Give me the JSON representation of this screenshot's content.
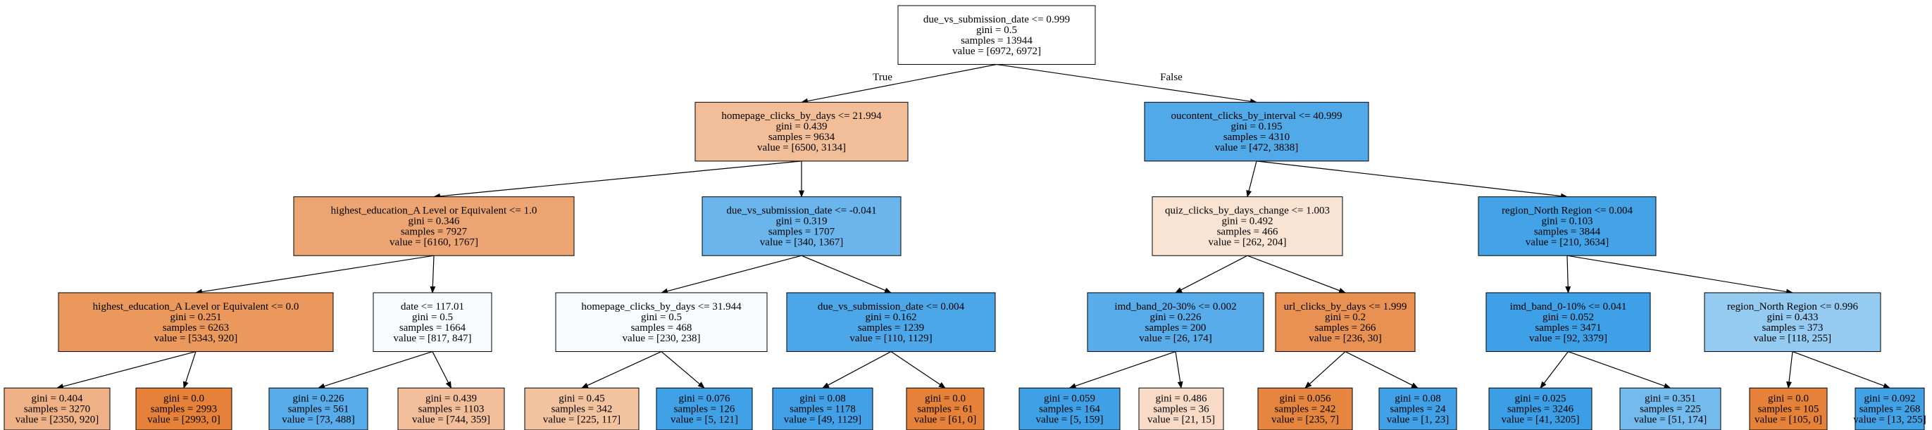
{
  "edge_labels": {
    "true": "True",
    "false": "False"
  },
  "colors": {
    "orange": "#e58139",
    "blue": "#399de5",
    "white": "#ffffff",
    "stroke": "#000000"
  },
  "nodes": [
    {
      "id": 0,
      "lines": [
        "due_vs_submission_date <= 0.999",
        "gini = 0.5",
        "samples = 13944",
        "value = [6972, 6972]"
      ],
      "fill": "#ffffff"
    },
    {
      "id": 1,
      "lines": [
        "homepage_clicks_by_days <= 21.994",
        "gini = 0.439",
        "samples = 9634",
        "value = [6500, 3134]"
      ],
      "fill": "#f2be99"
    },
    {
      "id": 2,
      "lines": [
        "oucontent_clicks_by_interval <= 40.999",
        "gini = 0.195",
        "samples = 4310",
        "value = [472, 3838]"
      ],
      "fill": "#51a9e8"
    },
    {
      "id": 3,
      "lines": [
        "highest_education_A Level or Equivalent <= 1.0",
        "gini = 0.346",
        "samples = 7927",
        "value = [6160, 1767]"
      ],
      "fill": "#eca572"
    },
    {
      "id": 4,
      "lines": [
        "due_vs_submission_date <= -0.041",
        "gini = 0.319",
        "samples = 1707",
        "value = [340, 1367]"
      ],
      "fill": "#6ab5eb"
    },
    {
      "id": 5,
      "lines": [
        "quiz_clicks_by_days_change <= 1.003",
        "gini = 0.492",
        "samples = 466",
        "value = [262, 204]"
      ],
      "fill": "#f9e3d3"
    },
    {
      "id": 6,
      "lines": [
        "region_North Region <= 0.004",
        "gini = 0.103",
        "samples = 3844",
        "value = [210, 3634]"
      ],
      "fill": "#44a3e6"
    },
    {
      "id": 7,
      "lines": [
        "highest_education_A Level or Equivalent <= 0.0",
        "gini = 0.251",
        "samples = 6263",
        "value = [5343, 920]"
      ],
      "fill": "#ea985b"
    },
    {
      "id": 8,
      "lines": [
        "date <= 117.01",
        "gini = 0.5",
        "samples = 1664",
        "value = [817, 847]"
      ],
      "fill": "#f8fbfe"
    },
    {
      "id": 9,
      "lines": [
        "homepage_clicks_by_days <= 31.944",
        "gini = 0.5",
        "samples = 468",
        "value = [230, 238]"
      ],
      "fill": "#f8fbfe"
    },
    {
      "id": 10,
      "lines": [
        "due_vs_submission_date <= 0.004",
        "gini = 0.162",
        "samples = 1239",
        "value = [110, 1129]"
      ],
      "fill": "#4ca7e8"
    },
    {
      "id": 11,
      "lines": [
        "imd_band_20-30% <= 0.002",
        "gini = 0.226",
        "samples = 200",
        "value = [26, 174]"
      ],
      "fill": "#57ace9"
    },
    {
      "id": 12,
      "lines": [
        "url_clicks_by_days <= 1.999",
        "gini = 0.2",
        "samples = 266",
        "value = [236, 30]"
      ],
      "fill": "#e89152"
    },
    {
      "id": 13,
      "lines": [
        "imd_band_0-10% <= 0.041",
        "gini = 0.052",
        "samples = 3471",
        "value = [92, 3379]"
      ],
      "fill": "#3ea0e6"
    },
    {
      "id": 14,
      "lines": [
        "region_North Region <= 0.996",
        "gini = 0.433",
        "samples = 373",
        "value = [118, 255]"
      ],
      "fill": "#95caf1"
    },
    {
      "id": 15,
      "lines": [
        "gini = 0.404",
        "samples = 3270",
        "value = [2350, 920]"
      ],
      "fill": "#efb286"
    },
    {
      "id": 16,
      "lines": [
        "gini = 0.0",
        "samples = 2993",
        "value = [2993, 0]"
      ],
      "fill": "#e58139"
    },
    {
      "id": 17,
      "lines": [
        "gini = 0.226",
        "samples = 561",
        "value = [73, 488]"
      ],
      "fill": "#57ace9"
    },
    {
      "id": 18,
      "lines": [
        "gini = 0.439",
        "samples = 1103",
        "value = [744, 359]"
      ],
      "fill": "#f2be99"
    },
    {
      "id": 19,
      "lines": [
        "gini = 0.45",
        "samples = 342",
        "value = [225, 117]"
      ],
      "fill": "#f3c3a0"
    },
    {
      "id": 20,
      "lines": [
        "gini = 0.076",
        "samples = 126",
        "value = [5, 121]"
      ],
      "fill": "#41a1e6"
    },
    {
      "id": 21,
      "lines": [
        "gini = 0.08",
        "samples = 1178",
        "value = [49, 1129]"
      ],
      "fill": "#42a1e6"
    },
    {
      "id": 22,
      "lines": [
        "gini = 0.0",
        "samples = 61",
        "value = [61, 0]"
      ],
      "fill": "#e58139"
    },
    {
      "id": 23,
      "lines": [
        "gini = 0.059",
        "samples = 164",
        "value = [5, 159]"
      ],
      "fill": "#3fa0e6"
    },
    {
      "id": 24,
      "lines": [
        "gini = 0.486",
        "samples = 36",
        "value = [21, 15]"
      ],
      "fill": "#f8dbc6"
    },
    {
      "id": 25,
      "lines": [
        "gini = 0.056",
        "samples = 242",
        "value = [235, 7]"
      ],
      "fill": "#e6853f"
    },
    {
      "id": 26,
      "lines": [
        "gini = 0.08",
        "samples = 24",
        "value = [1, 23]"
      ],
      "fill": "#42a1e6"
    },
    {
      "id": 27,
      "lines": [
        "gini = 0.025",
        "samples = 3246",
        "value = [41, 3205]"
      ],
      "fill": "#3c9ee5"
    },
    {
      "id": 28,
      "lines": [
        "gini = 0.351",
        "samples = 225",
        "value = [51, 174]"
      ],
      "fill": "#73baed"
    },
    {
      "id": 29,
      "lines": [
        "gini = 0.0",
        "samples = 105",
        "value = [105, 0]"
      ],
      "fill": "#e58139"
    },
    {
      "id": 30,
      "lines": [
        "gini = 0.092",
        "samples = 268",
        "value = [13, 255]"
      ],
      "fill": "#43a2e6"
    }
  ],
  "edges": [
    [
      0,
      1
    ],
    [
      0,
      2
    ],
    [
      1,
      3
    ],
    [
      1,
      4
    ],
    [
      2,
      5
    ],
    [
      2,
      6
    ],
    [
      3,
      7
    ],
    [
      3,
      8
    ],
    [
      4,
      9
    ],
    [
      4,
      10
    ],
    [
      5,
      11
    ],
    [
      5,
      12
    ],
    [
      6,
      13
    ],
    [
      6,
      14
    ],
    [
      7,
      15
    ],
    [
      7,
      16
    ],
    [
      8,
      17
    ],
    [
      8,
      18
    ],
    [
      9,
      19
    ],
    [
      9,
      20
    ],
    [
      10,
      21
    ],
    [
      10,
      22
    ],
    [
      11,
      23
    ],
    [
      11,
      24
    ],
    [
      12,
      25
    ],
    [
      12,
      26
    ],
    [
      13,
      27
    ],
    [
      13,
      28
    ],
    [
      14,
      29
    ],
    [
      14,
      30
    ]
  ]
}
